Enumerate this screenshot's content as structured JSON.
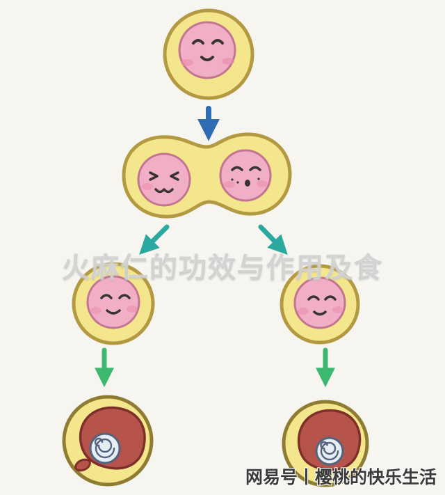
{
  "watermark": {
    "center_text": "火麻仁的功效与作用及食",
    "source_text": "网易号丨樱桃的快乐生活"
  },
  "diagram": {
    "title": "cell-division-cartoon",
    "stages": [
      {
        "name": "single-cell"
      },
      {
        "name": "two-cell-peanut"
      },
      {
        "name": "two-separated-cells"
      },
      {
        "name": "two-embryo-cells"
      }
    ]
  },
  "colors": {
    "background": "#f7f5f0",
    "cell_fill": "#f4e68c",
    "cell_outline": "#b39a42",
    "cell_outline_dark": "#8f7c33",
    "nucleus_fill": "#f1aec7",
    "nucleus_outline": "#c3758f",
    "face_ink": "#3a3430",
    "blush": "#ec8fae",
    "arrow_blue": "#2e6db4",
    "arrow_teal": "#2ba8a0",
    "arrow_green": "#3cb96e",
    "embryo_fill": "#b6544b",
    "embryo_outline": "#7e2f2a",
    "shell_fill": "#e7edf4",
    "shell_outline": "#53637c"
  }
}
